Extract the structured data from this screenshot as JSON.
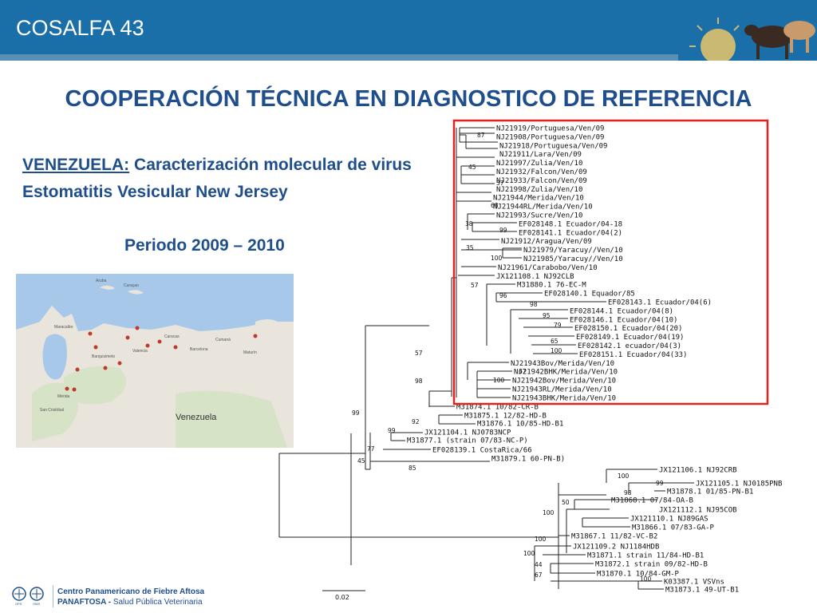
{
  "header": {
    "title": "COSALFA 43",
    "logo": "panaftosa-sun-logo-with-cattle",
    "color": "#1b6fa8"
  },
  "main": {
    "title": "COOPERACIÓN TÉCNICA EN DIAGNOSTICO DE REFERENCIA",
    "country": "VENEZUELA:",
    "description": " Caracterización molecular de virus Estomatitis Vesicular New Jersey",
    "period": "Periodo 2009 – 2010"
  },
  "map": {
    "label": "Venezuela",
    "cities": [
      "Aruba",
      "Curaçao",
      "Maracaibo",
      "Barquisimeto",
      "Valencia",
      "Caracas",
      "Barcelona",
      "Cumaná",
      "Maturín",
      "Mérida",
      "San Cristóbal"
    ]
  },
  "tree": {
    "highlight_color": "#e0231f",
    "scale_label": "0.02",
    "leaves": [
      "NJ21919/Portuguesa/Ven/09",
      "NJ21908/Portuguesa/Ven/09",
      "NJ21918/Portuguesa/Ven/09",
      "NJ21911/Lara/Ven/09",
      "NJ21997/Zulia/Ven/10",
      "NJ21932/Falcon/Ven/09",
      "NJ21933/Falcon/Ven/09",
      "NJ21998/Zulia/Ven/10",
      "NJ21944/Merida/Ven/10",
      "NJ21944RL/Merida/Ven/10",
      "NJ21993/Sucre/Ven/10",
      "EF028148.1 Ecuador/04-18",
      "EF028141.1 Ecuador/04(2)",
      "NJ21912/Aragua/Ven/09",
      "NJ21979/Yaracuy//Ven/10",
      "NJ21985/Yaracuy//Ven/10",
      "NJ21961/Carabobo/Ven/10",
      "JX121108.1 NJ92CLB",
      "M31880.1 76-EC-M",
      "EF028140.1 Equador/85",
      "EF028143.1 Ecuador/04(6)",
      "EF028144.1 Ecuador/04(8)",
      "EF028146.1 Ecuador/04(10)",
      "EF028150.1 Ecuador/04(20)",
      "EF028149.1 Ecuador/04(19)",
      "EF028142.1 ecuador/04(3)",
      "EF028151.1 Ecuador/04(33)",
      "NJ21943Bov/Merida/Ven/10",
      "NJ21942BHK/Merida/Ven/10",
      "NJ21942Bov/Merida/Ven/10",
      "NJ21943RL/Merida/Ven/10",
      "NJ21943BHK/Merida/Ven/10",
      "M31874.1 10/82-CR-B",
      "M31875.1 12/82-HD-B",
      "M31876.1 10/85-HD-B1",
      "JX121104.1 NJ0783NCP",
      "M31877.1 (strain 07/83-NC-P)",
      "EF028139.1 CostaRica/66",
      "M31879.1 60-PN-B)",
      "JX121106.1 NJ92CRB",
      "JX121105.1 NJ0185PNB",
      "M31878.1 01/85-PN-B1",
      "M31868.1 07/84-OA-B",
      "JX121112.1 NJ95COB",
      "JX121110.1 NJ89GAS",
      "M31866.1 07/83-GA-P",
      "M31867.1 11/82-VC-B2",
      "JX121109.2 NJ1184HDB",
      "M31871.1 strain 11/84-HD-B1",
      "M31872.1 strain 09/82-HD-B",
      "M31870.1 10/84-GM-P",
      "K03387.1 VSVns",
      "M31873.1 49-UT-B1"
    ],
    "bootstrap": [
      "87",
      "45",
      "57",
      "68",
      "38",
      "99",
      "35",
      "100",
      "57",
      "96",
      "98",
      "95",
      "79",
      "65",
      "100",
      "67",
      "100",
      "57",
      "98",
      "99",
      "92",
      "99",
      "77",
      "45",
      "85",
      "100",
      "99",
      "98",
      "50",
      "100",
      "100",
      "100",
      "44",
      "67",
      "100"
    ]
  },
  "footer": {
    "org_name": "Centro Panamericano de Fiebre Aftosa",
    "acronym": "PANAFTOSA -",
    "subtitle": " Salud Pública Veterinaria",
    "logos": [
      "ops-logo",
      "oms-logo"
    ]
  }
}
